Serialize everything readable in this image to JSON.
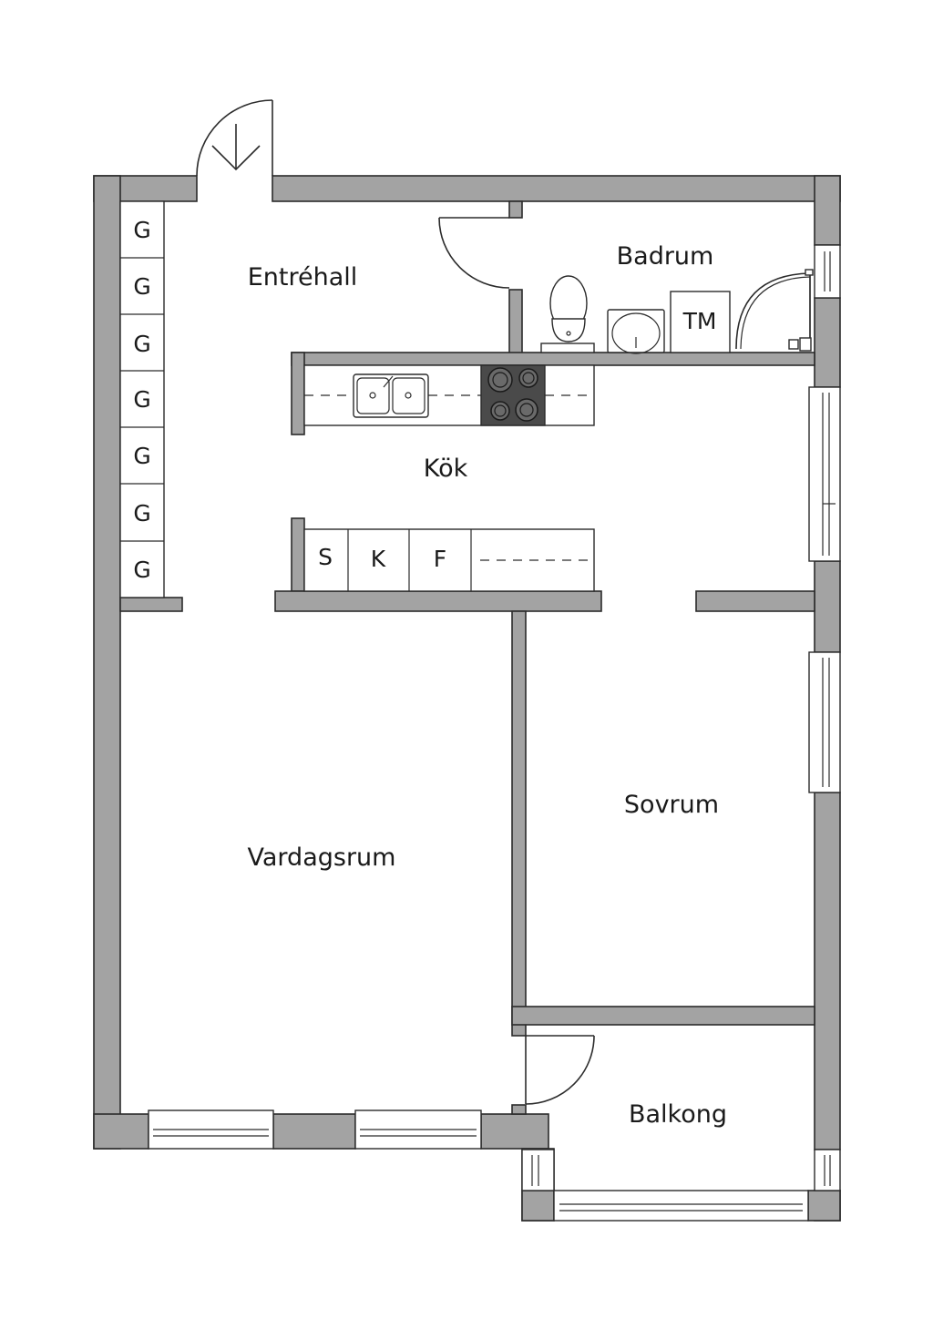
{
  "rooms": {
    "entrehall": "Entréhall",
    "badrum": "Badrum",
    "kok": "Kök",
    "sovrum": "Sovrum",
    "vardagsrum": "Vardagsrum",
    "balkong": "Balkong"
  },
  "wardrobe_label": "G",
  "bathroom_fixture_label": "TM",
  "kitchen_appliances": [
    "S",
    "K",
    "F"
  ]
}
